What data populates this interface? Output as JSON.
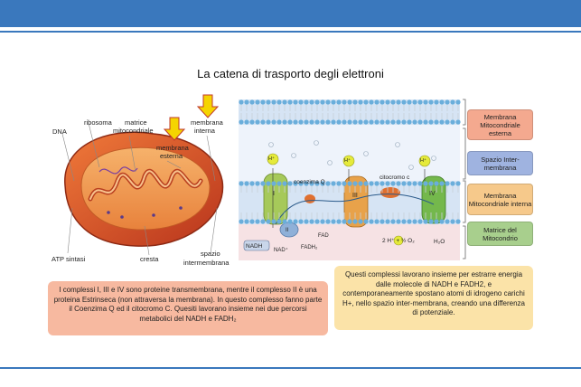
{
  "title": "La catena di trasporto degli elettroni",
  "mito_labels": {
    "ribosoma": "ribosoma",
    "dna": "DNA",
    "matrice": "matrice",
    "mitocondriale": "mitocondriale",
    "membrana_interna_1": "membrana",
    "membrana_interna_2": "interna",
    "membrana_esterna_1": "membrana",
    "membrana_esterna_2": "esterna",
    "atp_sintasi": "ATP sintasi",
    "cresta": "cresta",
    "spazio_1": "spazio",
    "spazio_2": "intermembrana"
  },
  "etc_labels": {
    "complex_1": "I",
    "complex_2": "II",
    "complex_3": "III",
    "complex_4": "IV",
    "coenzima": "coenzima Q",
    "citocromo": "citocromo c",
    "hplus": "H⁺",
    "nadh": "NADH",
    "nad": "NAD⁺",
    "fad": "FAD",
    "fadh2": "FADH₂",
    "reaction": "2 H⁺ + ½ O₂",
    "water": "H₂O"
  },
  "side_labels": [
    {
      "text": "Membrana Mitocondriale esterna",
      "color": "#f4a98f"
    },
    {
      "text": "Spazio Inter-membrana",
      "color": "#9fb3e0"
    },
    {
      "text": "Membrana Mitocondriale interna",
      "color": "#f6c98b"
    },
    {
      "text": "Matrice del Mitocondrio",
      "color": "#a8cf8d"
    }
  ],
  "box_left": "I complessi I, III e IV sono proteine transmembrana, mentre il complesso II è una proteina Estrinseca (non attraversa la membrana). In questo complesso fanno parte il Coenzima Q ed il citocromo C. Quesiti lavorano insieme nei due percorsi metabolici del NADH e FADH₂",
  "box_right": "Questi complessi lavorano insieme per estrarre energia dalle molecole di NADH e FADH2, e contemporaneamente spostano atomi di idrogeno carichi H+, nello spazio inter-membrana, creando una differenza di potenziale.",
  "colors": {
    "header": "#3a78bd",
    "box_left": "#f7b9a0",
    "box_right": "#fbe3a8",
    "arrow": "#f5d400"
  }
}
